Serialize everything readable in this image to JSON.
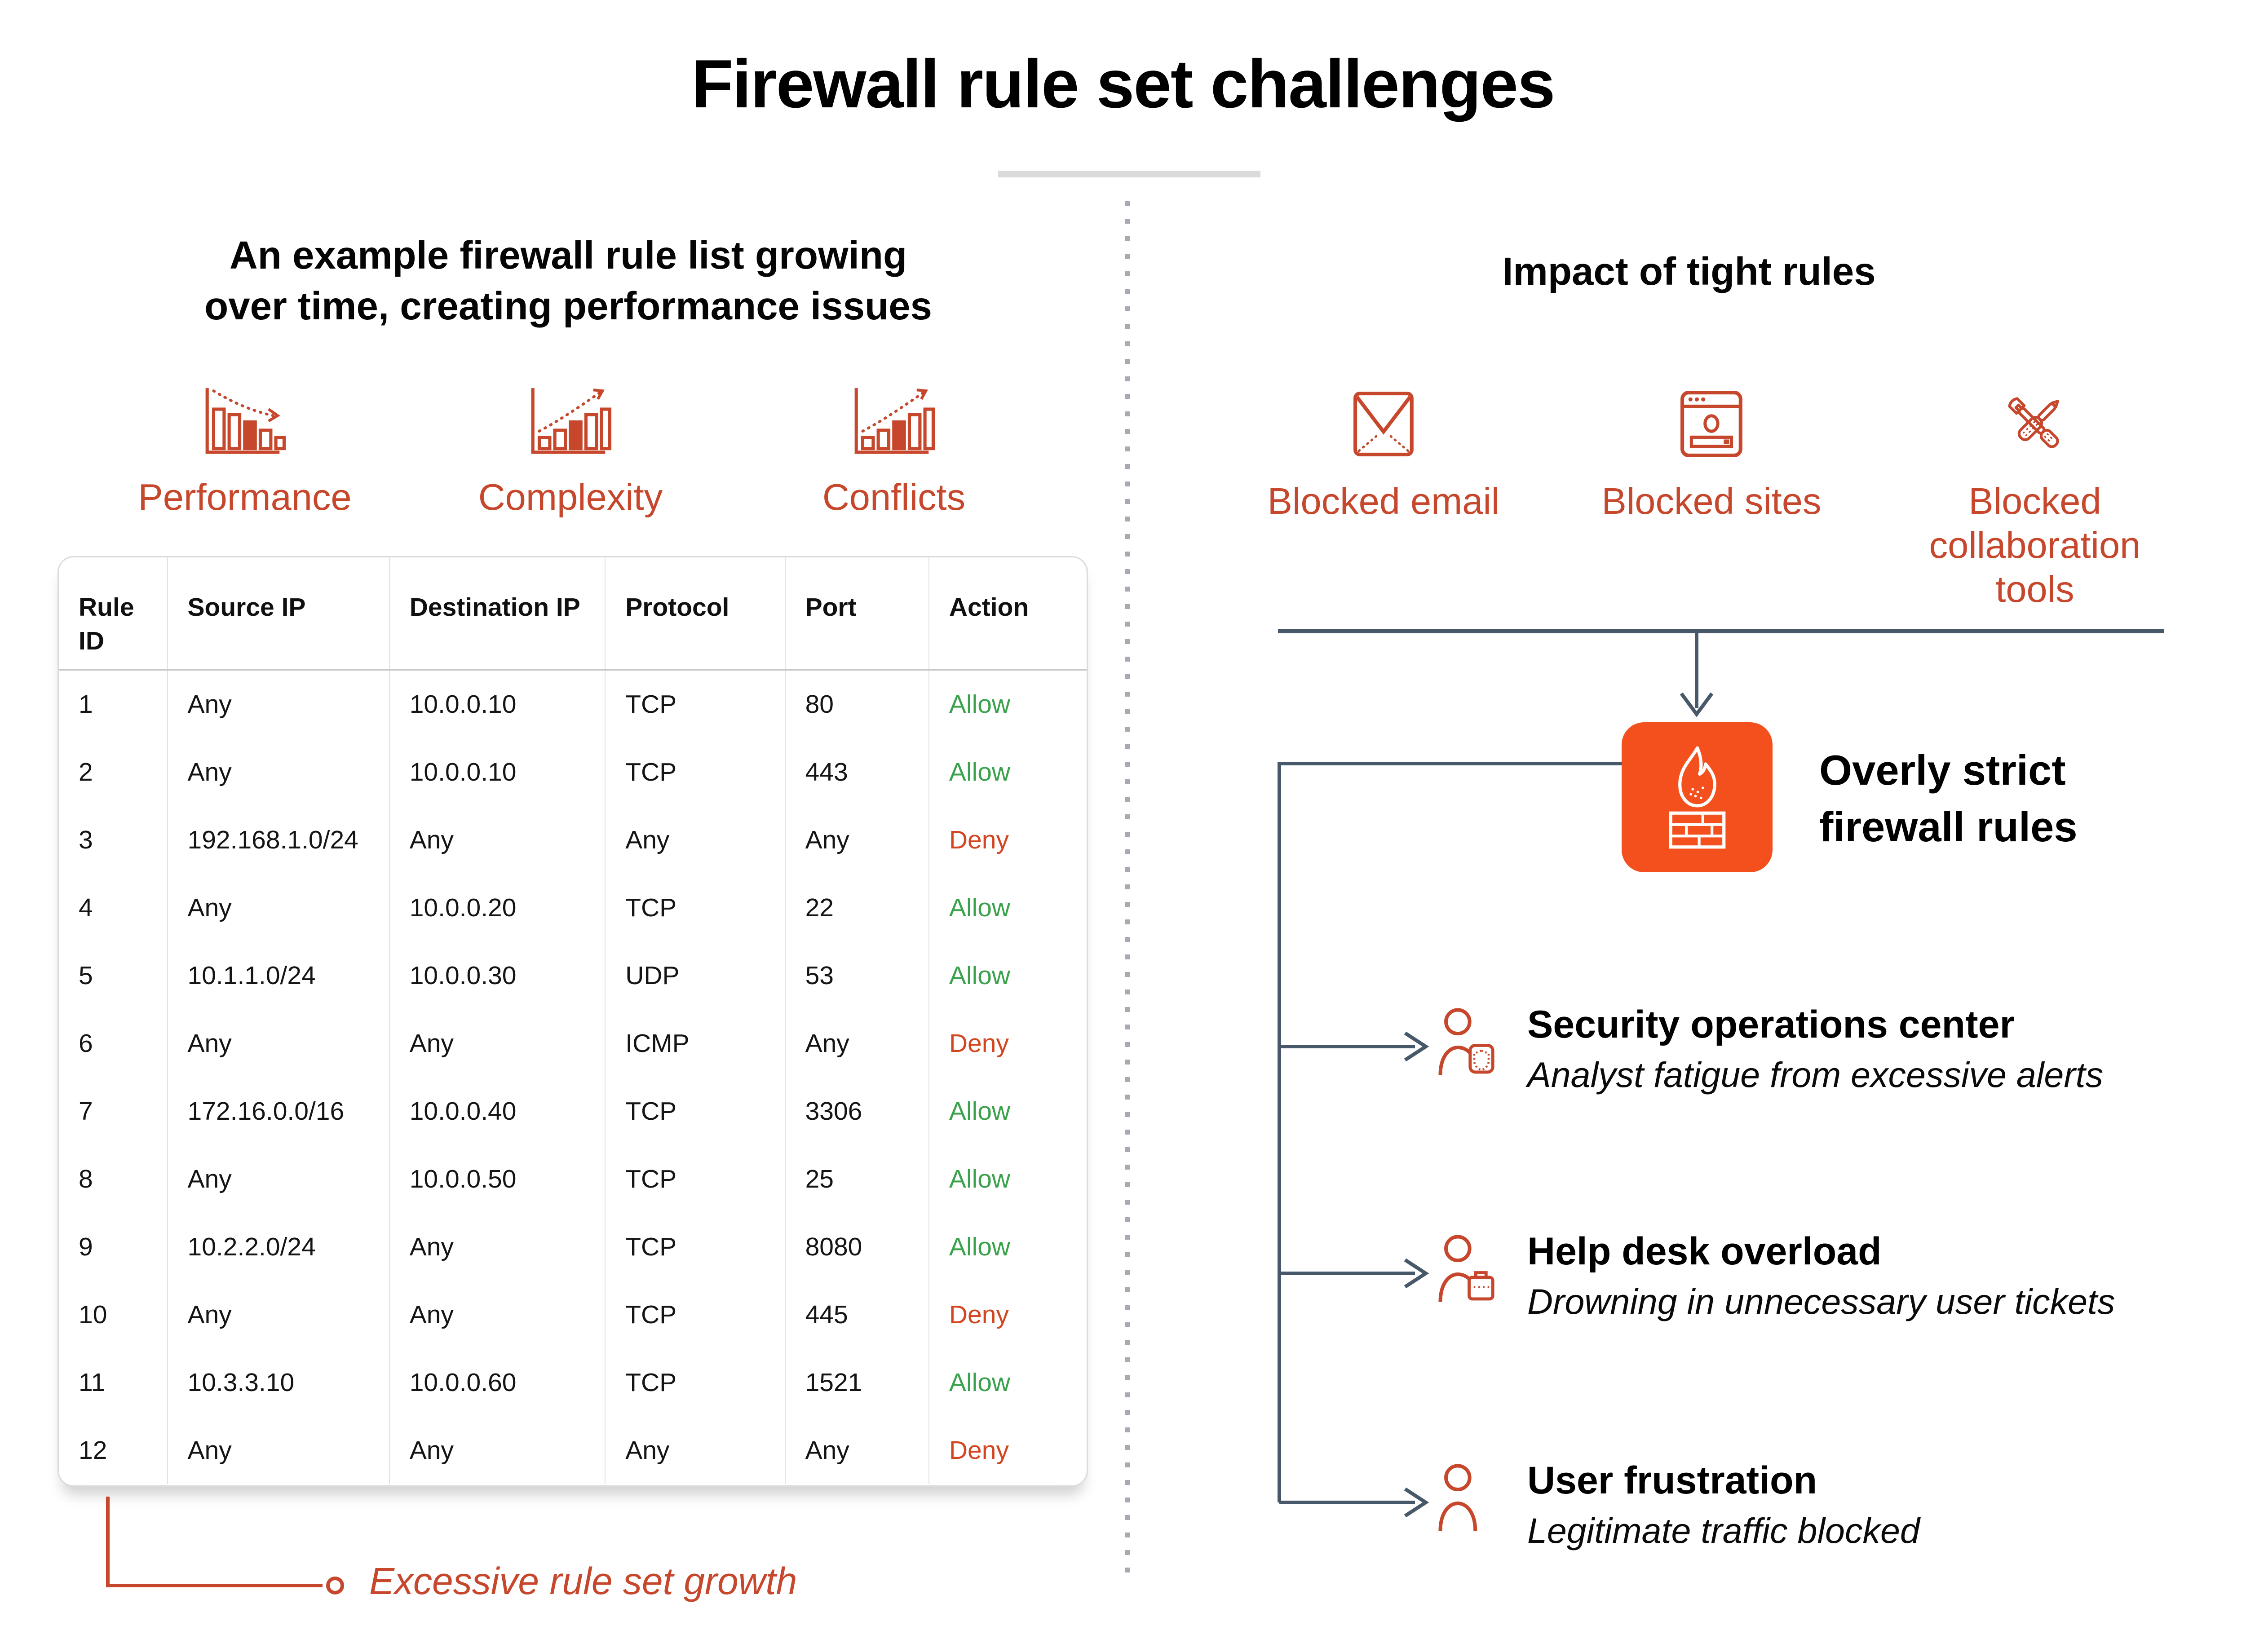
{
  "title": "Firewall rule set challenges",
  "left": {
    "heading": [
      "An example firewall rule list growing",
      "over time, creating performance issues"
    ],
    "metrics": [
      {
        "label": "Performance",
        "icon": "chart-declining-icon"
      },
      {
        "label": "Complexity",
        "icon": "chart-rising-icon"
      },
      {
        "label": "Conflicts",
        "icon": "chart-rising-icon"
      }
    ],
    "table": {
      "columns": [
        "Rule ID",
        "Source IP",
        "Destination IP",
        "Protocol",
        "Port",
        "Action"
      ],
      "rows": [
        [
          "1",
          "Any",
          "10.0.0.10",
          "TCP",
          "80",
          "Allow"
        ],
        [
          "2",
          "Any",
          "10.0.0.10",
          "TCP",
          "443",
          "Allow"
        ],
        [
          "3",
          "192.168.1.0/24",
          "Any",
          "Any",
          "Any",
          "Deny"
        ],
        [
          "4",
          "Any",
          "10.0.0.20",
          "TCP",
          "22",
          "Allow"
        ],
        [
          "5",
          "10.1.1.0/24",
          "10.0.0.30",
          "UDP",
          "53",
          "Allow"
        ],
        [
          "6",
          "Any",
          "Any",
          "ICMP",
          "Any",
          "Deny"
        ],
        [
          "7",
          "172.16.0.0/16",
          "10.0.0.40",
          "TCP",
          "3306",
          "Allow"
        ],
        [
          "8",
          "Any",
          "10.0.0.50",
          "TCP",
          "25",
          "Allow"
        ],
        [
          "9",
          "10.2.2.0/24",
          "Any",
          "TCP",
          "8080",
          "Allow"
        ],
        [
          "10",
          "Any",
          "Any",
          "TCP",
          "445",
          "Deny"
        ],
        [
          "11",
          "10.3.3.10",
          "10.0.0.60",
          "TCP",
          "1521",
          "Allow"
        ],
        [
          "12",
          "Any",
          "Any",
          "Any",
          "Any",
          "Deny"
        ]
      ]
    },
    "annotation": "Excessive rule set growth"
  },
  "right": {
    "heading": "Impact of tight rules",
    "blocked": [
      {
        "label": "Blocked email",
        "icon": "envelope-icon"
      },
      {
        "label": "Blocked sites",
        "icon": "browser-icon"
      },
      {
        "label": "Blocked collaboration tools",
        "icon": "crossed-tools-icon"
      }
    ],
    "cause": {
      "title": [
        "Overly strict",
        "firewall rules"
      ],
      "icon": "firewall-icon"
    },
    "impacts": [
      {
        "title": "Security operations center",
        "subtitle": "Analyst fatigue from excessive alerts",
        "icon": "analyst-shield-icon"
      },
      {
        "title": "Help desk overload",
        "subtitle": "Drowning in unnecessary user tickets",
        "icon": "agent-briefcase-icon"
      },
      {
        "title": "User frustration",
        "subtitle": "Legitimate traffic blocked",
        "icon": "person-icon"
      }
    ]
  },
  "colors": {
    "accent": "#C6472C",
    "firewall_box": "#F4501E",
    "allow": "#3AA14C",
    "deny": "#D2451F",
    "connector": "#46586A",
    "divider_dot": "#A6ABB1",
    "table_border": "#DBDBDB"
  }
}
